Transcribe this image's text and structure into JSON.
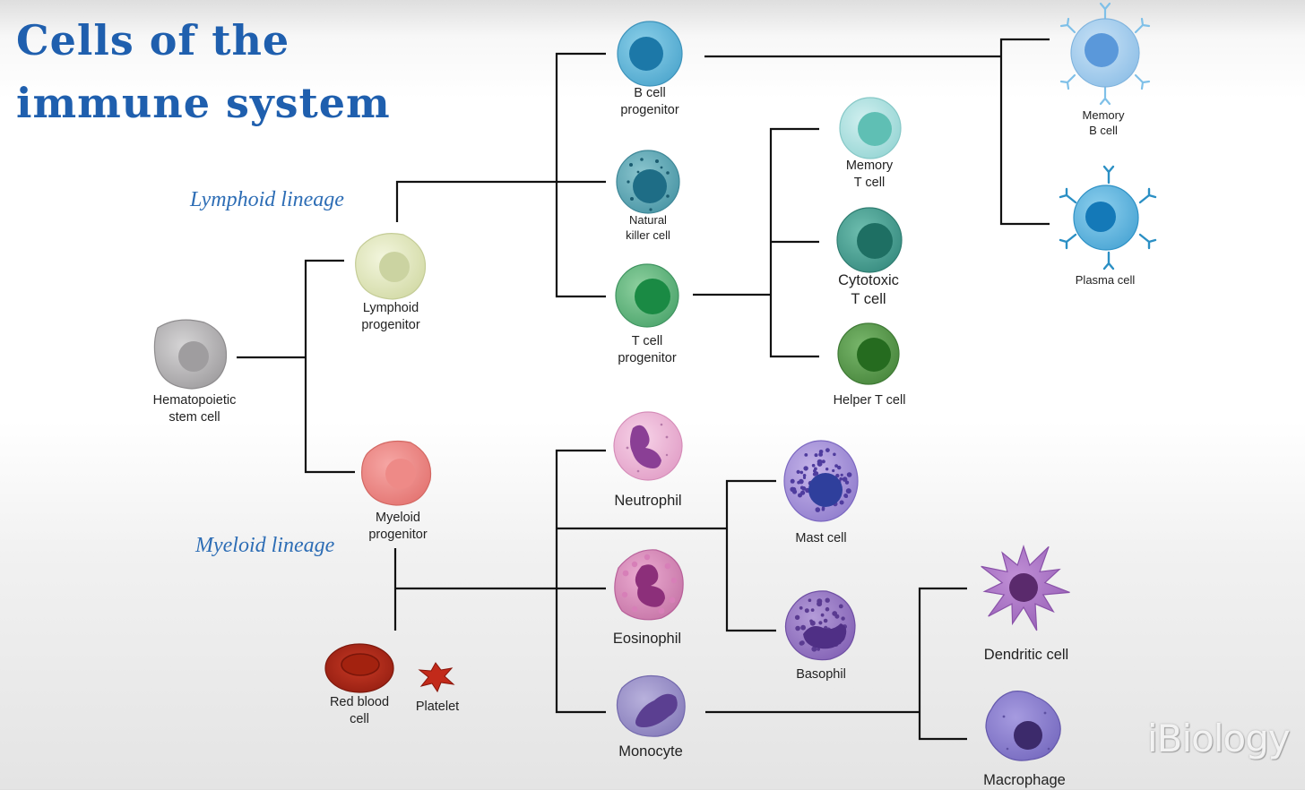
{
  "title": {
    "line1": "Cells of the",
    "line2": "immune system"
  },
  "lineages": {
    "lymphoid": "Lymphoid lineage",
    "myeloid": "Myeloid lineage"
  },
  "cells": {
    "hsc": [
      "Hematopoietic",
      "stem cell"
    ],
    "lymphoid_progenitor": [
      "Lymphoid",
      "progenitor"
    ],
    "myeloid_progenitor": [
      "Myeloid",
      "progenitor"
    ],
    "b_progenitor": [
      "B cell",
      "progenitor"
    ],
    "nk_cell": [
      "Natural",
      "killer cell"
    ],
    "t_progenitor": [
      "T cell",
      "progenitor"
    ],
    "memory_t": [
      "Memory",
      "T cell"
    ],
    "cytotoxic_t": [
      "Cytotoxic",
      "T cell"
    ],
    "helper_t": [
      "Helper T cell"
    ],
    "memory_b": [
      "Memory",
      "B cell"
    ],
    "plasma": [
      "Plasma cell"
    ],
    "neutrophil": [
      "Neutrophil"
    ],
    "eosinophil": [
      "Eosinophil"
    ],
    "monocyte": [
      "Monocyte"
    ],
    "mast": [
      "Mast cell"
    ],
    "basophil": [
      "Basophil"
    ],
    "dendritic": [
      "Dendritic cell"
    ],
    "macrophage": [
      "Macrophage"
    ],
    "rbc": [
      "Red blood",
      "cell"
    ],
    "platelet": [
      "Platelet"
    ]
  },
  "watermark": "iBiology",
  "colors": {
    "title": "#1f5fae",
    "lineage": "#2d6db5",
    "connector": "#111111"
  }
}
